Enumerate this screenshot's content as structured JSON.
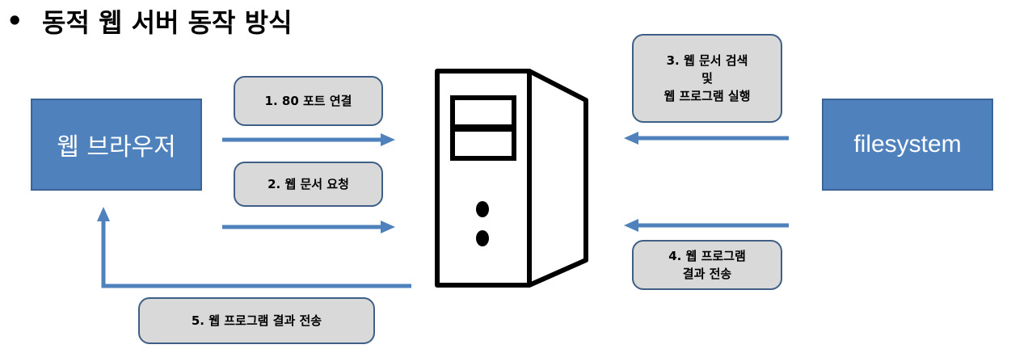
{
  "title": {
    "bullet": "•",
    "text": "동적 웹 서버 동작 방식"
  },
  "nodes": {
    "browser": "웹 브라우저",
    "filesystem": "filesystem"
  },
  "steps": {
    "step1": [
      "1. 80  포트 연결"
    ],
    "step2": [
      "2. 웹 문서 요청"
    ],
    "step3": [
      "3. 웹 문서 검색",
      "및",
      "웹 프로그램 실행"
    ],
    "step4": [
      "4. 웹 프로그램",
      "결과 전송"
    ],
    "step5": [
      "5. 웹 프로그램 결과  전송"
    ]
  },
  "colors": {
    "box_fill": "#4f81bd",
    "arrow": "#4f81bd",
    "note_fill": "#d9d9d9",
    "server_outline": "#000000"
  },
  "icons": {
    "server": "server-tower-icon"
  }
}
